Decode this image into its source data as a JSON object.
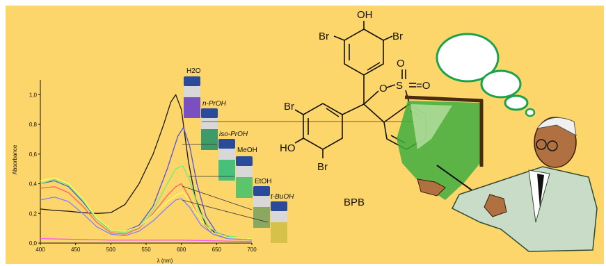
{
  "chart_data": {
    "type": "line",
    "xlabel": "λ (nm)",
    "ylabel": "Absorbance",
    "xlim": [
      400,
      700
    ],
    "ylim": [
      0,
      1.1
    ],
    "x_ticks": [
      "400",
      "450",
      "500",
      "550",
      "600",
      "650",
      "700"
    ],
    "y_ticks": [
      "0,0",
      "0,2",
      "0,4",
      "0,6",
      "0,8",
      "1,0"
    ],
    "grid": false,
    "series": [
      {
        "key": "s1",
        "color": "#1a1a1a",
        "x": [
          400,
          420,
          440,
          460,
          480,
          500,
          520,
          540,
          560,
          575,
          585,
          592,
          600,
          610,
          620,
          635,
          650,
          670,
          700
        ],
        "y": [
          0.23,
          0.22,
          0.215,
          0.205,
          0.2,
          0.205,
          0.26,
          0.4,
          0.6,
          0.8,
          0.95,
          1.0,
          0.9,
          0.55,
          0.3,
          0.12,
          0.06,
          0.04,
          0.03
        ]
      },
      {
        "key": "s2",
        "color": "#5050e0",
        "x": [
          400,
          420,
          440,
          460,
          480,
          500,
          520,
          540,
          560,
          580,
          595,
          603,
          612,
          622,
          635,
          650,
          670,
          700
        ],
        "y": [
          0.4,
          0.42,
          0.38,
          0.28,
          0.16,
          0.09,
          0.08,
          0.12,
          0.25,
          0.5,
          0.72,
          0.78,
          0.65,
          0.4,
          0.18,
          0.07,
          0.04,
          0.03
        ]
      },
      {
        "key": "s3",
        "color": "#ff6060",
        "x": [
          400,
          420,
          440,
          460,
          480,
          500,
          520,
          540,
          560,
          580,
          592,
          600,
          610,
          625,
          640,
          660,
          700
        ],
        "y": [
          0.37,
          0.38,
          0.34,
          0.25,
          0.14,
          0.07,
          0.06,
          0.1,
          0.2,
          0.32,
          0.38,
          0.4,
          0.32,
          0.17,
          0.08,
          0.04,
          0.03
        ]
      },
      {
        "key": "s4",
        "color": "#70f070",
        "x": [
          400,
          420,
          440,
          460,
          480,
          500,
          520,
          540,
          560,
          580,
          592,
          602,
          612,
          625,
          640,
          660,
          700
        ],
        "y": [
          0.4,
          0.43,
          0.39,
          0.29,
          0.16,
          0.08,
          0.07,
          0.11,
          0.22,
          0.4,
          0.5,
          0.52,
          0.42,
          0.22,
          0.1,
          0.05,
          0.03
        ]
      },
      {
        "key": "s5",
        "color": "#8080ff",
        "x": [
          400,
          420,
          440,
          460,
          480,
          500,
          520,
          540,
          560,
          580,
          592,
          600,
          612,
          628,
          645,
          665,
          700
        ],
        "y": [
          0.29,
          0.31,
          0.28,
          0.2,
          0.11,
          0.06,
          0.05,
          0.08,
          0.15,
          0.24,
          0.29,
          0.3,
          0.24,
          0.12,
          0.06,
          0.03,
          0.02
        ]
      },
      {
        "key": "s6",
        "color": "#ffff60",
        "x": [
          400,
          420,
          440,
          460,
          480,
          500,
          520,
          540,
          560,
          580,
          595,
          603,
          612,
          628,
          645,
          665,
          700
        ],
        "y": [
          0.42,
          0.44,
          0.4,
          0.3,
          0.17,
          0.09,
          0.08,
          0.11,
          0.19,
          0.28,
          0.33,
          0.34,
          0.28,
          0.15,
          0.07,
          0.04,
          0.03
        ]
      },
      {
        "key": "s7",
        "color": "#ff50ff",
        "x": [
          400,
          500,
          600,
          700
        ],
        "y": [
          0.03,
          0.02,
          0.02,
          0.01
        ]
      }
    ]
  },
  "vials": [
    {
      "label": "H2O",
      "cap": "#2a4a9a",
      "liquid": "#7a4fc0"
    },
    {
      "label": "n-PrOH",
      "cap": "#2a4a9a",
      "liquid": "#3f9a6a"
    },
    {
      "label": "iso-PrOH",
      "cap": "#2a4a9a",
      "liquid": "#48c07a"
    },
    {
      "label": "MeOH",
      "cap": "#2a4a9a",
      "liquid": "#5cc46a"
    },
    {
      "label": "EtOH",
      "cap": "#2a4a9a",
      "liquid": "#8aa860"
    },
    {
      "label": "t-BuOH",
      "cap": "#2a4a9a",
      "liquid": "#d6c24a"
    }
  ],
  "molecule": {
    "name": "BPB",
    "top_oh": "OH",
    "left_oh": "HO",
    "bromine": "Br",
    "sulfone_o": "O",
    "sulfone_s": "S",
    "sulfone_eq": "=O",
    "ring_o": "O"
  },
  "colors": {
    "background": "#fcd56b",
    "board_green": "#3fae3f",
    "bubble_outline": "#1aa34a"
  }
}
